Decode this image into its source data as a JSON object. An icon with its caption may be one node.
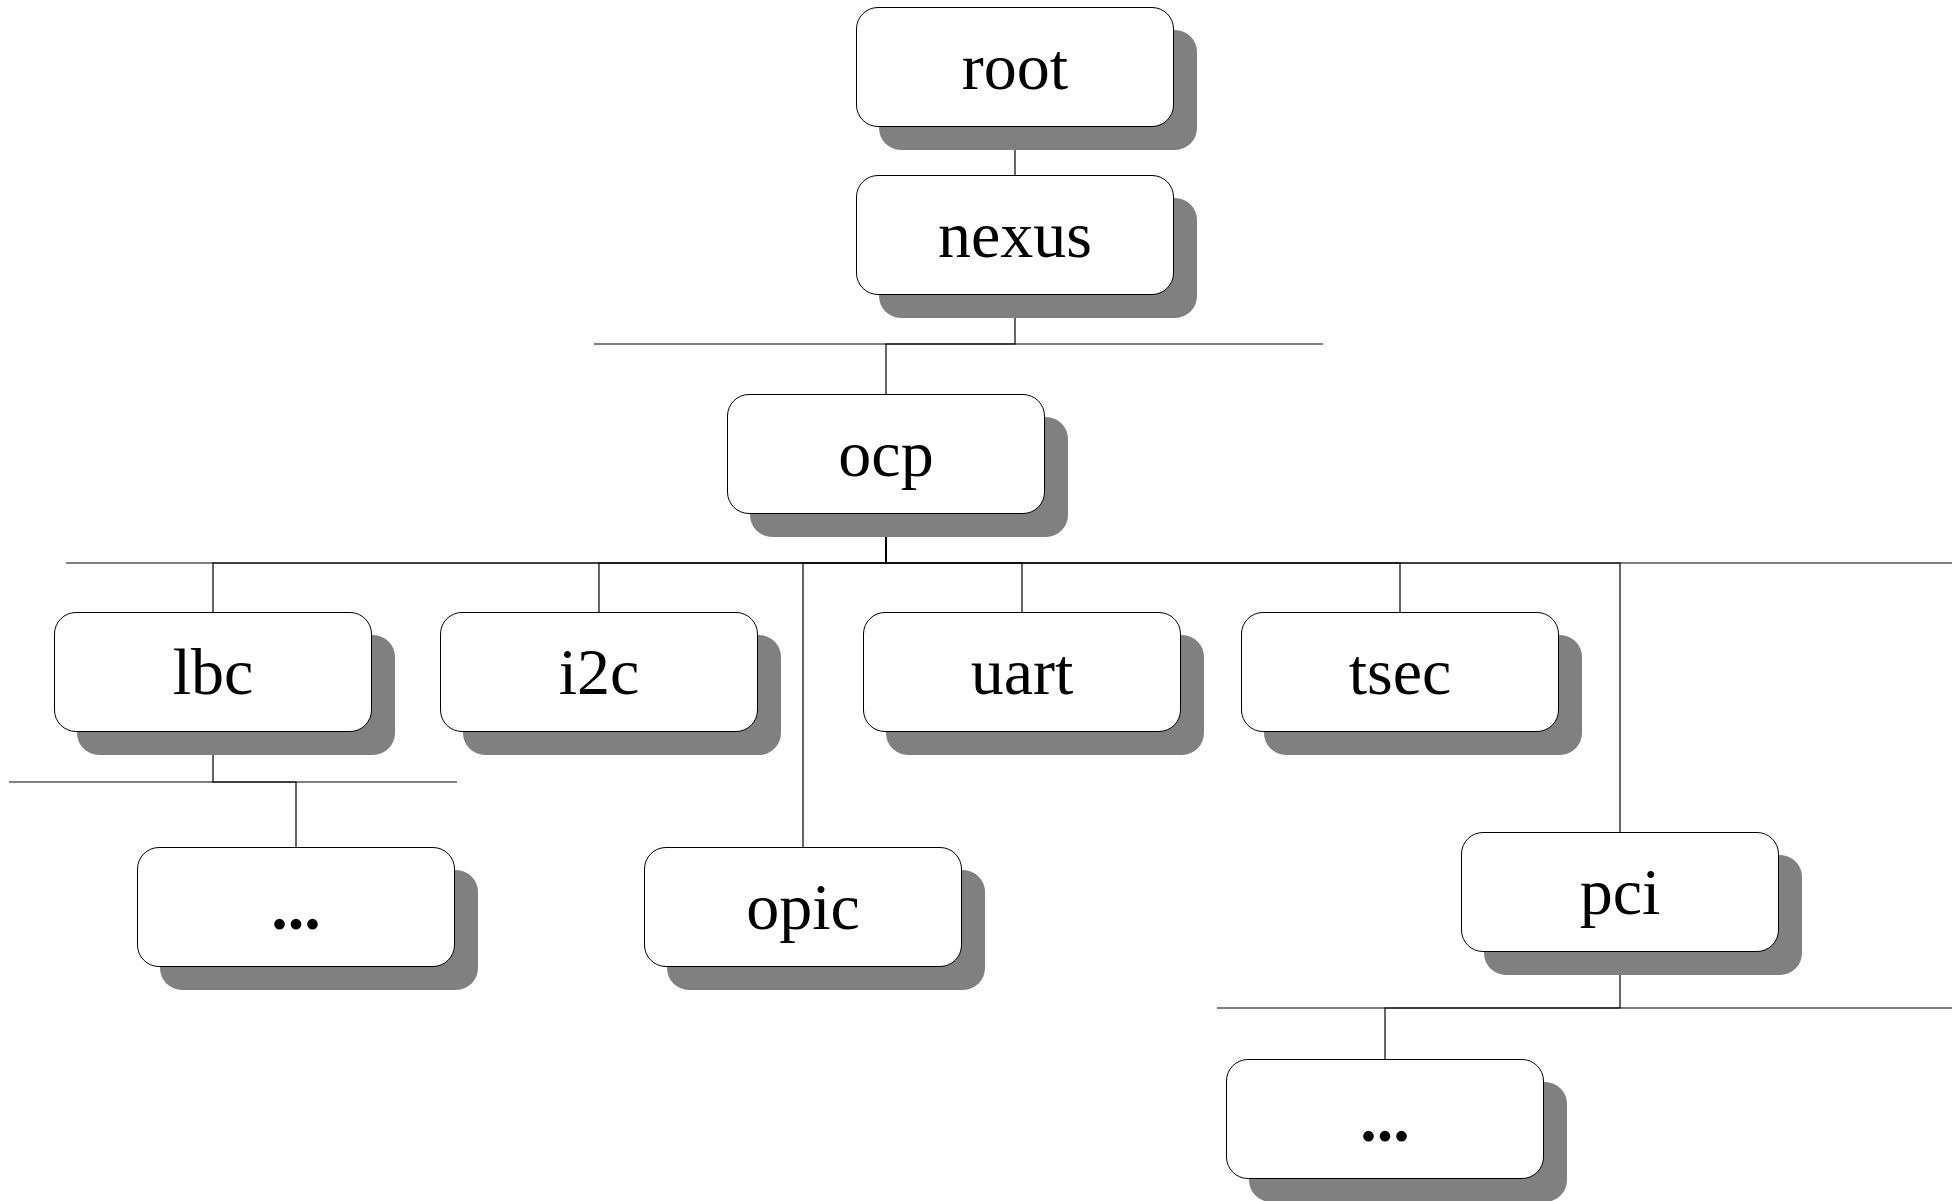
{
  "diagram": {
    "nodes": [
      {
        "text": [
          "root"
        ]
      },
      {
        "text": [
          "nexus"
        ]
      },
      {
        "text": [
          "ocp"
        ]
      },
      {
        "text": [
          "lbc"
        ]
      },
      {
        "text": [
          "i2c"
        ]
      },
      {
        "text": [
          "uart"
        ]
      },
      {
        "text": [
          "tsec"
        ]
      },
      {
        "text": [
          "..."
        ]
      },
      {
        "text": [
          "opic"
        ]
      },
      {
        "text": [
          "pci"
        ]
      },
      {
        "text": [
          "..."
        ]
      }
    ],
    "edges": [
      {
        "from": 0,
        "to": 1,
        "arrow": "none"
      },
      {
        "from": 1,
        "to": 2,
        "arrow": "none"
      },
      {
        "from": 2,
        "to": 3,
        "arrow": "none"
      },
      {
        "from": 2,
        "to": 4,
        "arrow": "none"
      },
      {
        "from": 2,
        "to": 8,
        "arrow": "none"
      },
      {
        "from": 2,
        "to": 5,
        "arrow": "none"
      },
      {
        "from": 2,
        "to": 6,
        "arrow": "none"
      },
      {
        "from": 2,
        "to": 9,
        "arrow": "none"
      },
      {
        "from": 3,
        "to": 7,
        "arrow": "none"
      },
      {
        "from": 9,
        "to": 10,
        "arrow": "none"
      }
    ]
  }
}
